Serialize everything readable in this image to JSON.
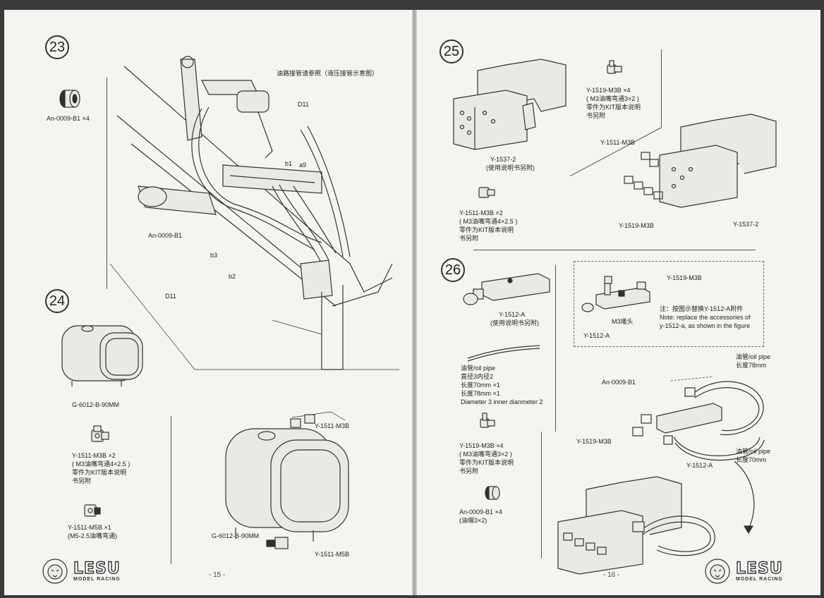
{
  "left_page": {
    "page_number": "- 15 -",
    "step_23": {
      "number": "23",
      "note": "油路接管请参照（液压接管示意图）",
      "part_an0009": "An-0009-B1 ×4",
      "labels": {
        "d11_top": "D11",
        "b1": "b1",
        "a9": "a9",
        "an0009": "An-0009-B1",
        "b3": "b3",
        "b2": "b2",
        "d11_bottom": "D11"
      }
    },
    "step_24": {
      "number": "24",
      "tank_label": "G-6012-B-90MM",
      "fitting_y1511_m3b": {
        "code": "Y-1511-M3B ×2",
        "desc": "( M3油嘴弯通4×2.5 )",
        "note": "零件为KIT版本说明",
        "note2": "书另附"
      },
      "fitting_y1511_m5b": {
        "code": "Y-1511-M5B ×1",
        "desc": "(M5-2.5油嘴弯通)"
      },
      "assembly_labels": {
        "m3b": "Y-1511-M3B",
        "tank": "G-6012-B-90MM",
        "m5b": "Y-1511-M5B"
      }
    },
    "logo": {
      "brand": "LESU",
      "sub": "MODEL RACING"
    }
  },
  "right_page": {
    "page_number": "- 16 -",
    "step_25": {
      "number": "25",
      "valve_label": "Y-1537-2",
      "valve_note": "(使用说明书另附)",
      "fitting_top": {
        "code": "Y-1519-M3B ×4",
        "desc": "( M3油嘴弯通3×2 )",
        "note": "零件为KIT版本说明",
        "note2": "书另附"
      },
      "fitting_mid": {
        "code": "Y-1511-M3B ×2",
        "desc": "( M3油嘴弯通4×2.5 )",
        "note": "零件为KIT版本说明",
        "note2": "书另附"
      },
      "assembly_labels": {
        "y1511": "Y-1511-M3B",
        "y1519": "Y-1519-M3B",
        "y1537": "Y-1537-2"
      }
    },
    "step_26": {
      "number": "26",
      "block_label": "Y-1512-A",
      "block_note": "(使用说明书另附)",
      "pipe": {
        "title": "油管/oil pipe",
        "lines": [
          "直径3内径2",
          "长度70mm    ×1",
          "长度78mm    ×1",
          "Diameter 3 inner dianmeter 2"
        ]
      },
      "fitting_y1519": {
        "code": "Y-1519-M3B ×4",
        "desc": "( M3油嘴弯通3×2 )",
        "note": "零件为KIT版本说明",
        "note2": "书另附"
      },
      "fitting_an0009": {
        "code": "An-0009-B1 ×4",
        "desc": "(油帽3×2)"
      },
      "box": {
        "y1519": "Y-1519-M3B",
        "plug": "M3堵头",
        "y1512": "Y-1512-A",
        "note_cn": "注：按图示替换Y-1512-A附件",
        "note_en1": "Note: replace the accessories of",
        "note_en2": "y-1512-a, as shown in the figure"
      },
      "assembly_labels": {
        "an0009": "An-0009-B1",
        "y1519": "Y-1519-M3B",
        "y1512": "Y-1512-A",
        "pipe78_a": "油管/oil pipe",
        "pipe78_b": "长度78mm",
        "pipe70_a": "油管/oil pipe",
        "pipe70_b": "长度70mm"
      }
    },
    "logo": {
      "brand": "LESU",
      "sub": "MODEL RACING"
    }
  }
}
